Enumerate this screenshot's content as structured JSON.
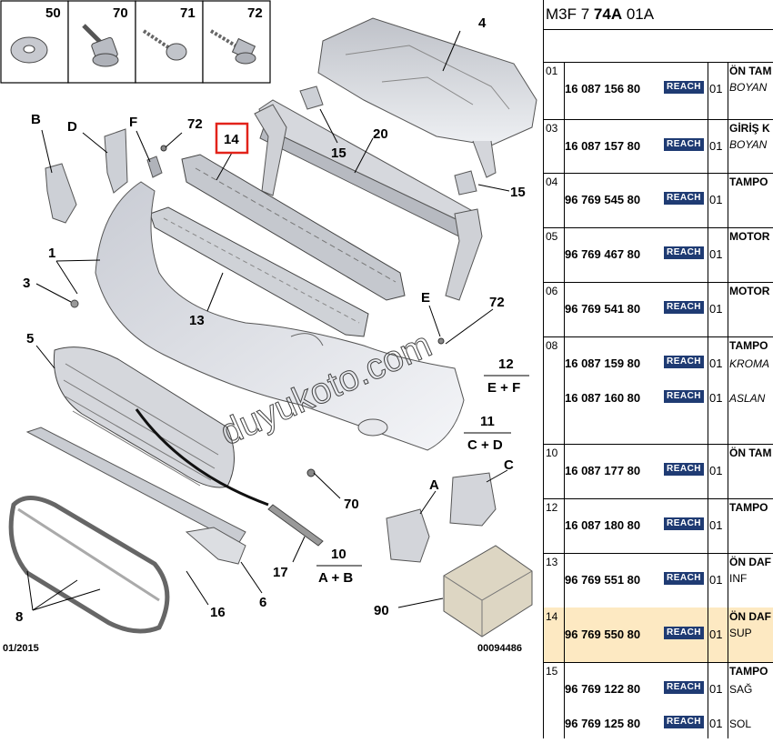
{
  "diagram": {
    "fastener_labels": [
      "50",
      "70",
      "71",
      "72"
    ],
    "callouts": {
      "c1": "1",
      "c3": "3",
      "c4": "4",
      "c5": "5",
      "c6": "6",
      "c8": "8",
      "c11": "11",
      "c11sub": "C + D",
      "c12": "12",
      "c12sub": "E + F",
      "c10": "10",
      "c10sub": "A + B",
      "c13": "13",
      "c14": "14",
      "c15a": "15",
      "c15b": "15",
      "c16": "16",
      "c17": "17",
      "c20": "20",
      "c70": "70",
      "c72a": "72",
      "c72b": "72",
      "c90": "90",
      "cA": "A",
      "cB": "B",
      "cC": "C",
      "cD": "D",
      "cE": "E",
      "cF": "F"
    },
    "date_code": "01/2015",
    "diagram_id": "00094486",
    "watermark": "duyukoto.com"
  },
  "table": {
    "header_prefix": "M3F 7 ",
    "header_bold": "74A",
    "header_suffix": " 01A",
    "reach_badge": "REACH",
    "rows": [
      {
        "pos": "01",
        "lines": [
          {
            "pn": "16 087 156 80",
            "qty": "01"
          }
        ],
        "desc": [
          "ÖN TAM",
          "BOYAN"
        ]
      },
      {
        "pos": "03",
        "lines": [
          {
            "pn": "16 087 157 80",
            "qty": "01"
          }
        ],
        "desc": [
          "GİRİŞ K",
          "BOYAN"
        ]
      },
      {
        "pos": "04",
        "lines": [
          {
            "pn": "96 769 545 80",
            "qty": "01"
          }
        ],
        "desc": [
          "TAMPO"
        ]
      },
      {
        "pos": "05",
        "lines": [
          {
            "pn": "96 769 467 80",
            "qty": "01"
          }
        ],
        "desc": [
          "MOTOR"
        ]
      },
      {
        "pos": "06",
        "lines": [
          {
            "pn": "96 769 541 80",
            "qty": "01"
          }
        ],
        "desc": [
          "MOTOR"
        ]
      },
      {
        "pos": "08",
        "lines": [
          {
            "pn": "16 087 159 80",
            "qty": "01"
          },
          {
            "pn": "16 087 160 80",
            "qty": "01"
          }
        ],
        "desc": [
          "TAMPO",
          "KROMA",
          "ASLAN"
        ]
      },
      {
        "pos": "10",
        "lines": [
          {
            "pn": "16 087 177 80",
            "qty": "01"
          }
        ],
        "desc": [
          "ÖN TAM"
        ]
      },
      {
        "pos": "12",
        "lines": [
          {
            "pn": "16 087 180 80",
            "qty": "01"
          }
        ],
        "desc": [
          "TAMPO"
        ]
      },
      {
        "pos": "13",
        "lines": [
          {
            "pn": "96 769 551 80",
            "qty": "01"
          }
        ],
        "desc": [
          "ÖN DAF",
          "INF"
        ]
      },
      {
        "pos": "14",
        "lines": [
          {
            "pn": "96 769 550 80",
            "qty": "01"
          }
        ],
        "desc": [
          "ÖN DAF",
          "SUP"
        ]
      },
      {
        "pos": "15",
        "lines": [
          {
            "pn": "96 769 122 80",
            "qty": "01"
          },
          {
            "pn": "96 769 125 80",
            "qty": "01"
          }
        ],
        "desc": [
          "TAMPO",
          "SAĞ",
          "SOL"
        ]
      }
    ]
  }
}
